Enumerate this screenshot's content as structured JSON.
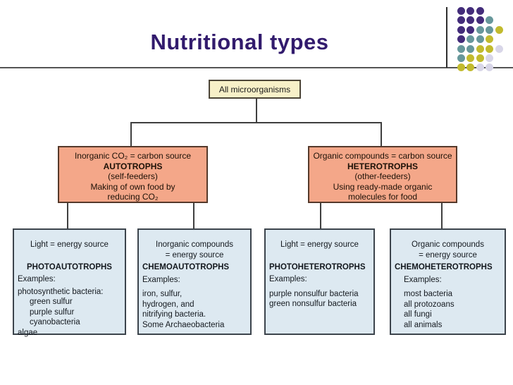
{
  "title": "Nutritional types",
  "palette": {
    "title_color": "#321b6d",
    "root_fill": "#f7f0c8",
    "level2_fill": "#f4a789",
    "level3_fill": "#dde9f1"
  },
  "decor_dots": {
    "palette": {
      "P": "#432c7a",
      "T": "#67989b",
      "Y": "#c2bb2e",
      "L": "#d8d6e8"
    },
    "rows": [
      "PPP",
      "PPPT",
      "PPTTY",
      "PTTY",
      "TTYYL",
      "TYYL",
      "YYLL"
    ]
  },
  "flow": {
    "root": {
      "label": "All microorganisms"
    },
    "autotrophs": {
      "line1": "Inorganic CO₂ = carbon source",
      "name": "AUTOTROPHS",
      "line3": "(self-feeders)",
      "line4": "Making of own food by",
      "line5": "reducing CO₂"
    },
    "heterotrophs": {
      "line1": "Organic compounds = carbon source",
      "name": "HETEROTROPHS",
      "line3": "(other-feeders)",
      "line4": "Using ready-made organic",
      "line5": "molecules for food"
    },
    "photoautotrophs": {
      "energy1": "Light = energy source",
      "name": "PHOTOAUTOTROPHS",
      "examples_label": "Examples:",
      "ex1": "photosynthetic bacteria:",
      "ex2": "green sulfur",
      "ex3": "purple sulfur",
      "ex4": "cyanobacteria",
      "ex5": "algae"
    },
    "chemoautotrophs": {
      "energy1": "Inorganic compounds",
      "energy2": "= energy source",
      "name": "CHEMOAUTOTROPHS",
      "examples_label": "Examples:",
      "ex1": "iron, sulfur,",
      "ex2": "hydrogen, and",
      "ex3": "nitrifying bacteria.",
      "ex4": "Some Archaeobacteria"
    },
    "photoheterotrophs": {
      "energy1": "Light = energy source",
      "name": "PHOTOHETEROTROPHS",
      "examples_label": "Examples:",
      "ex1": "purple nonsulfur bacteria",
      "ex2": "green nonsulfur bacteria"
    },
    "chemoheterotrophs": {
      "energy1": "Organic compounds",
      "energy2": "= energy source",
      "name": "CHEMOHETEROTROPHS",
      "examples_label": "Examples:",
      "ex1": "most bacteria",
      "ex2": "all protozoans",
      "ex3": "all fungi",
      "ex4": "all animals"
    }
  }
}
